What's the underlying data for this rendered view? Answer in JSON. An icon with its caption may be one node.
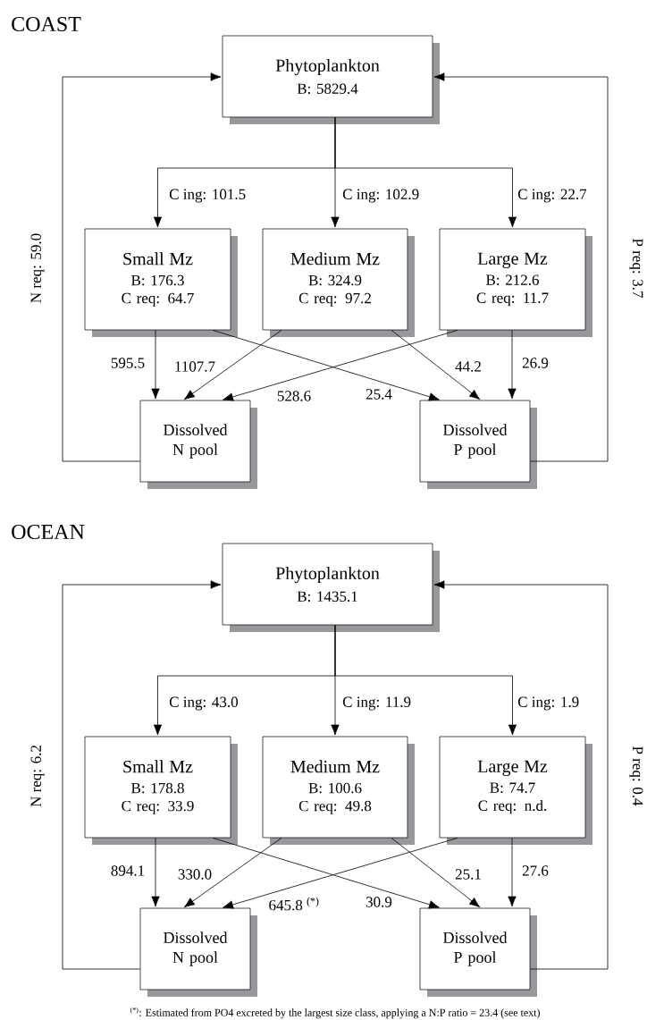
{
  "diagram": {
    "nodes": [
      {
        "text": [
          "Phytoplankton",
          "B: 5829.4"
        ]
      },
      {
        "text": [
          "Small Mz",
          "B: 176.3",
          "C req: 64.7"
        ]
      },
      {
        "text": [
          "Medium Mz",
          "B: 324.9",
          "C req: 97.2"
        ]
      },
      {
        "text": [
          "Large Mz",
          "B: 212.6",
          "C req: 11.7"
        ]
      },
      {
        "text": [
          "Dissolved N pool"
        ]
      },
      {
        "text": [
          "Dissolved P pool"
        ]
      },
      {
        "text": [
          "Phytoplankton",
          "B: 1435.1"
        ]
      },
      {
        "text": [
          "Small Mz",
          "B: 178.8",
          "C req: 33.9"
        ]
      },
      {
        "text": [
          "Medium Mz",
          "B: 100.6",
          "C req: 49.8"
        ]
      },
      {
        "text": [
          "Large Mz",
          "B: 74.7",
          "C req: n.d."
        ]
      },
      {
        "text": [
          "Dissolved N pool"
        ]
      },
      {
        "text": [
          "Dissolved P pool"
        ]
      }
    ],
    "edges": [
      {
        "from": 0,
        "to": 1,
        "arrow": "to",
        "label": "C ing: 101.5"
      },
      {
        "from": 0,
        "to": 2,
        "arrow": "to",
        "label": "C ing: 102.9"
      },
      {
        "from": 0,
        "to": 3,
        "arrow": "to",
        "label": "C ing: 22.7"
      },
      {
        "from": 1,
        "to": 4,
        "arrow": "to",
        "label": "595.5"
      },
      {
        "from": 1,
        "to": 5,
        "arrow": "to",
        "label": "25.4"
      },
      {
        "from": 2,
        "to": 4,
        "arrow": "to",
        "label": "1107.7"
      },
      {
        "from": 2,
        "to": 5,
        "arrow": "to",
        "label": "44.2"
      },
      {
        "from": 3,
        "to": 4,
        "arrow": "to",
        "label": "528.6"
      },
      {
        "from": 3,
        "to": 5,
        "arrow": "to",
        "label": "26.9"
      },
      {
        "from": 4,
        "to": 0,
        "arrow": "to",
        "label": "N req: 59.0"
      },
      {
        "from": 5,
        "to": 0,
        "arrow": "to",
        "label": "P req: 3.7"
      },
      {
        "from": 6,
        "to": 7,
        "arrow": "to",
        "label": "C ing: 43.0"
      },
      {
        "from": 6,
        "to": 8,
        "arrow": "to",
        "label": "C ing: 11.9"
      },
      {
        "from": 6,
        "to": 9,
        "arrow": "to",
        "label": "C ing: 1.9"
      },
      {
        "from": 7,
        "to": 10,
        "arrow": "to",
        "label": "894.1"
      },
      {
        "from": 7,
        "to": 11,
        "arrow": "to",
        "label": "30.9"
      },
      {
        "from": 8,
        "to": 10,
        "arrow": "to",
        "label": "330.0"
      },
      {
        "from": 8,
        "to": 11,
        "arrow": "to",
        "label": "25.1"
      },
      {
        "from": 9,
        "to": 10,
        "arrow": "to",
        "label": "645.8 $^{(*)}$"
      },
      {
        "from": 9,
        "to": 11,
        "arrow": "to",
        "label": "27.6"
      },
      {
        "from": 10,
        "to": 6,
        "arrow": "to",
        "label": "N req: 6.2"
      },
      {
        "from": 11,
        "to": 6,
        "arrow": "to",
        "label": "P req: 0.4"
      }
    ],
    "labels": [
      "COAST",
      "OCEAN",
      "$^{(*)}$: Estimated from PO4 excreted by the largest size class, applying a N:P ratio = 23.4 (see text)"
    ]
  }
}
